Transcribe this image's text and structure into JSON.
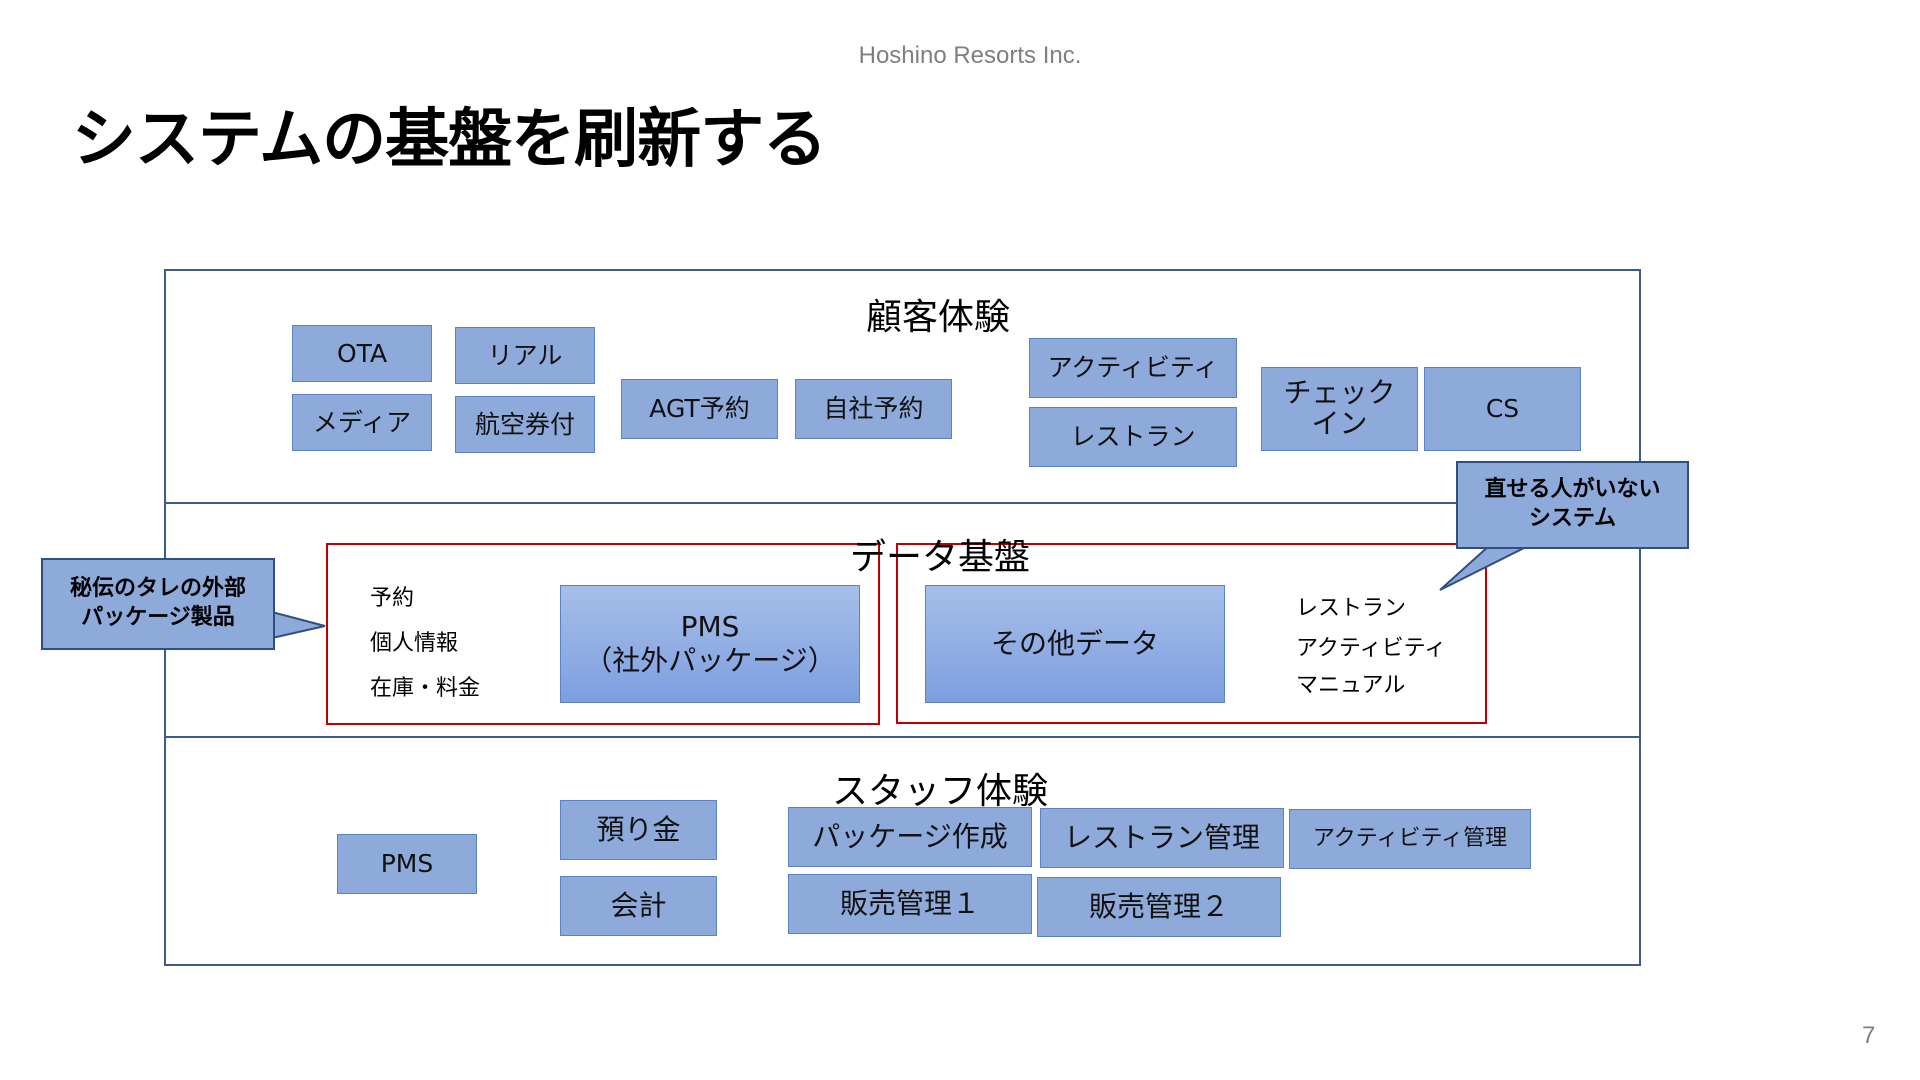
{
  "header": {
    "company": "Hoshino Resorts Inc.",
    "title": "システムの基盤を刷新する",
    "page_number": "7"
  },
  "customer": {
    "title": "顧客体験",
    "boxes": [
      "OTA",
      "リアル",
      "メディア",
      "航空券付",
      "AGT予約",
      "自社予約",
      "アクティビティ",
      "レストラン",
      "チェック\nイン",
      "CS"
    ]
  },
  "data_platform": {
    "title": "データ基盤",
    "left_labels": [
      "予約",
      "個人情報",
      "在庫・料金"
    ],
    "pms_line1": "PMS",
    "pms_line2": "（社外パッケージ）",
    "other_data": "その他データ",
    "right_labels": [
      "レストラン",
      "アクティビティ",
      "マニュアル"
    ]
  },
  "staff": {
    "title": "スタッフ体験",
    "boxes": [
      "PMS",
      "預り金",
      "会計",
      "パッケージ作成",
      "販売管理１",
      "レストラン管理",
      "販売管理２",
      "アクティビティ管理"
    ]
  },
  "callouts": {
    "left": "秘伝のタレの外部\nパッケージ製品",
    "right": "直せる人がいない\nシステム"
  },
  "colors": {
    "box_fill": "#8eaadb",
    "frame_border": "#3b5b8a",
    "red_frame": "#c00000"
  }
}
